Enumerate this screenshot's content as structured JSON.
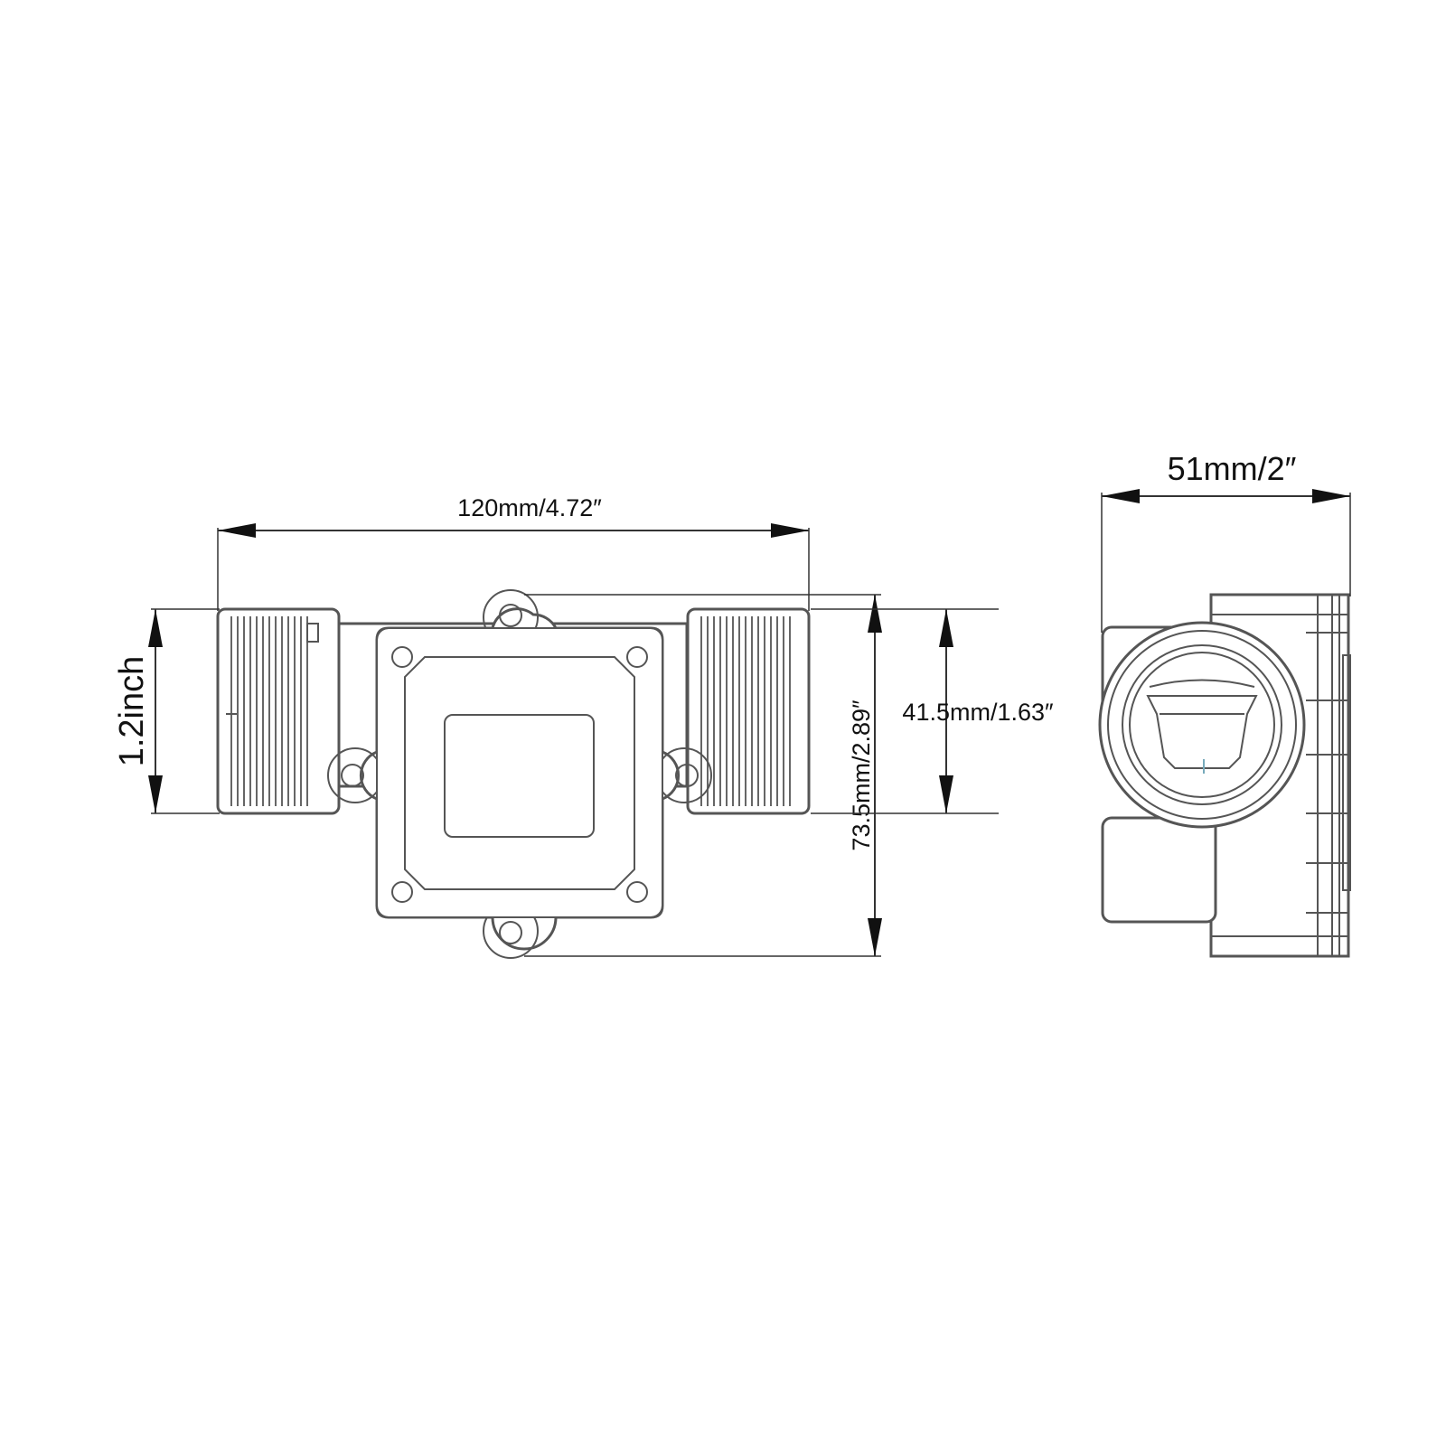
{
  "colors": {
    "background": "#ffffff",
    "outline": "#555555",
    "dimension_line": "#333333",
    "text": "#111111"
  },
  "dimensions": {
    "length": "120mm/4.72″",
    "thread_diameter": "1.2inch",
    "height": "73.5mm/2.89″",
    "pipe_diameter": "41.5mm/1.63″",
    "width": "51mm/2″"
  }
}
